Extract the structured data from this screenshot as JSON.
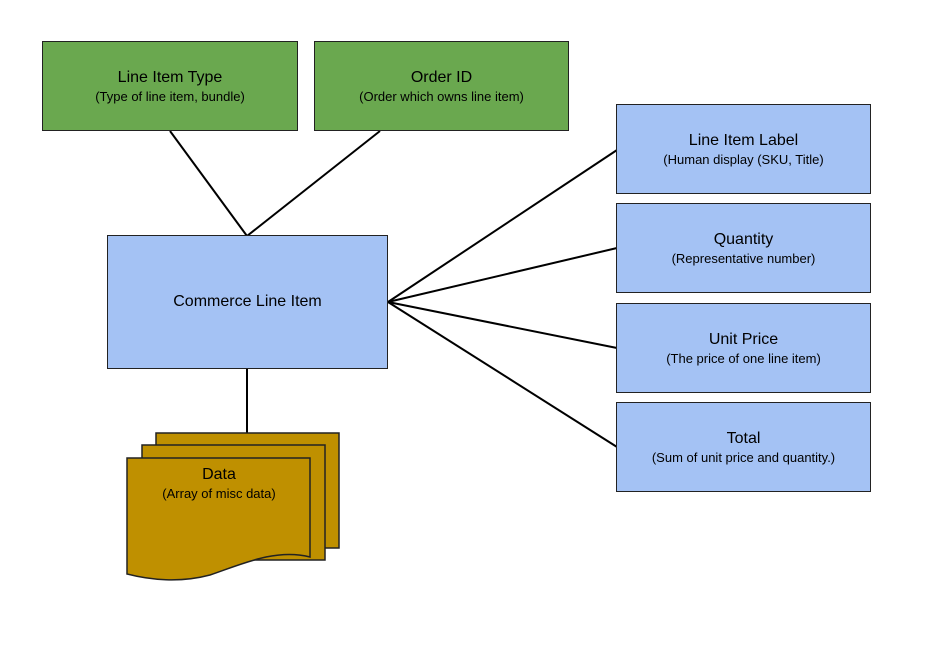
{
  "diagram": {
    "center": {
      "title": "Commerce Line Item"
    },
    "top_nodes": [
      {
        "title": "Line Item Type",
        "subtitle": "(Type of line item, bundle)"
      },
      {
        "title": "Order ID",
        "subtitle": "(Order which owns line item)"
      }
    ],
    "right_nodes": [
      {
        "title": "Line Item Label",
        "subtitle": "(Human display (SKU, Title)"
      },
      {
        "title": "Quantity",
        "subtitle": "(Representative number)"
      },
      {
        "title": "Unit Price",
        "subtitle": "(The price of one line item)"
      },
      {
        "title": "Total",
        "subtitle": "(Sum of unit price and quantity.)"
      }
    ],
    "data_node": {
      "title": "Data",
      "subtitle": "(Array of misc data)"
    },
    "colors": {
      "green": "#6aa84f",
      "blue": "#a4c2f4",
      "gold": "#bf9000",
      "line": "#000000"
    }
  }
}
